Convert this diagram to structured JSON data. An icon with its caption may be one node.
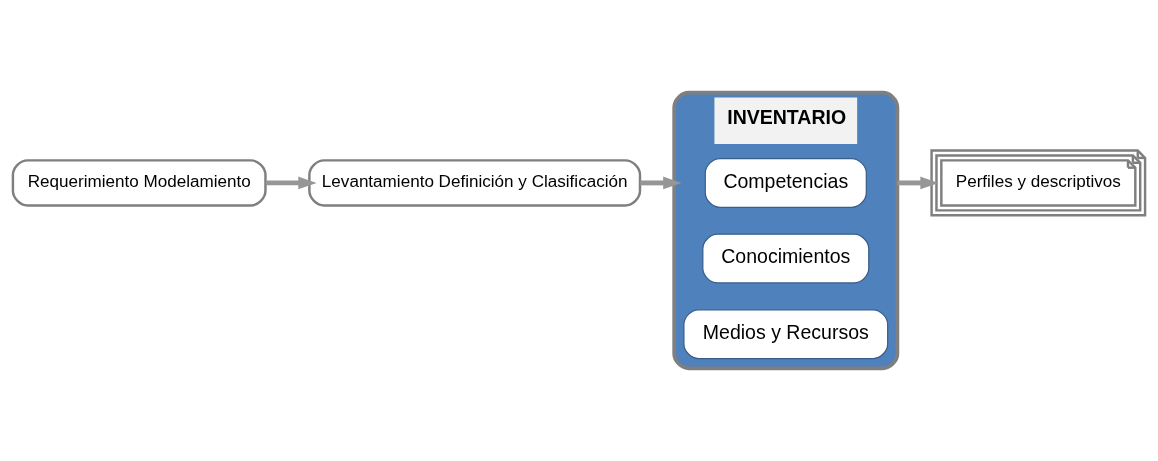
{
  "diagram": {
    "nodes": [
      {
        "text": [
          "Requerimiento Modelamiento"
        ]
      },
      {
        "text": [
          "Levantamiento Definición y Clasificación"
        ]
      },
      {
        "text": [
          "INVENTARIO"
        ]
      },
      {
        "text": [
          "Competencias"
        ],
        "in": 2
      },
      {
        "text": [
          "Conocimientos"
        ],
        "in": 2
      },
      {
        "text": [
          "Medios y Recursos"
        ],
        "in": 2
      },
      {
        "text": [
          "Perfiles y descriptivos"
        ]
      }
    ],
    "edges": [
      {
        "from": 0,
        "to": 1,
        "arrow": "to"
      },
      {
        "from": 1,
        "to": 2,
        "arrow": "to"
      },
      {
        "from": 2,
        "to": 6,
        "arrow": "to"
      }
    ]
  }
}
